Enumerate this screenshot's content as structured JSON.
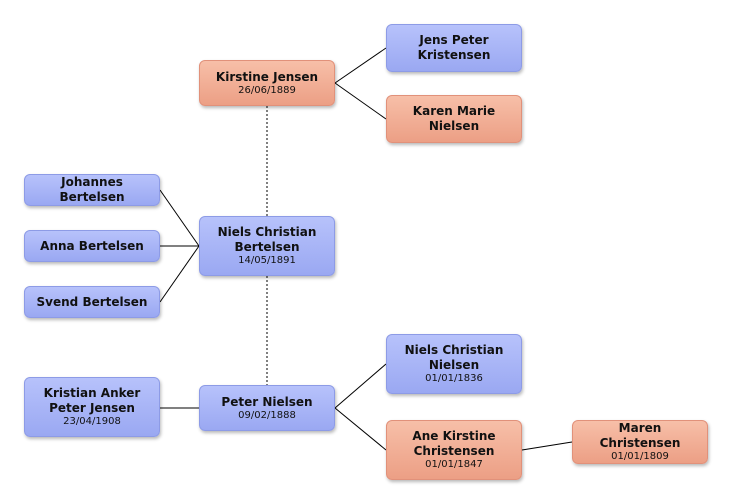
{
  "colors": {
    "male_box": "#a5b1f6",
    "female_box": "#f1ad94",
    "line": "#000000"
  },
  "people": {
    "kirstine_jensen": {
      "name": "Kirstine Jensen",
      "date": "26/06/1889",
      "gender": "female"
    },
    "jens_peter_kristensen": {
      "name": "Jens Peter\nKristensen",
      "date": "",
      "gender": "male"
    },
    "karen_marie_nielsen": {
      "name": "Karen Marie\nNielsen",
      "date": "",
      "gender": "female"
    },
    "johannes_bertelsen": {
      "name": "Johannes Bertelsen",
      "date": "",
      "gender": "male"
    },
    "anna_bertelsen": {
      "name": "Anna Bertelsen",
      "date": "",
      "gender": "male"
    },
    "svend_bertelsen": {
      "name": "Svend Bertelsen",
      "date": "",
      "gender": "male"
    },
    "niels_christian_bertelsen": {
      "name": "Niels Christian\nBertelsen",
      "date": "14/05/1891",
      "gender": "male"
    },
    "kristian_anker_peter_jensen": {
      "name": "Kristian Anker\nPeter Jensen",
      "date": "23/04/1908",
      "gender": "male"
    },
    "peter_nielsen": {
      "name": "Peter Nielsen",
      "date": "09/02/1888",
      "gender": "male"
    },
    "niels_christian_nielsen": {
      "name": "Niels Christian\nNielsen",
      "date": "01/01/1836",
      "gender": "male"
    },
    "ane_kirstine_christensen": {
      "name": "Ane Kirstine\nChristensen",
      "date": "01/01/1847",
      "gender": "female"
    },
    "maren_christensen": {
      "name": "Maren Christensen",
      "date": "01/01/1809",
      "gender": "female"
    }
  }
}
